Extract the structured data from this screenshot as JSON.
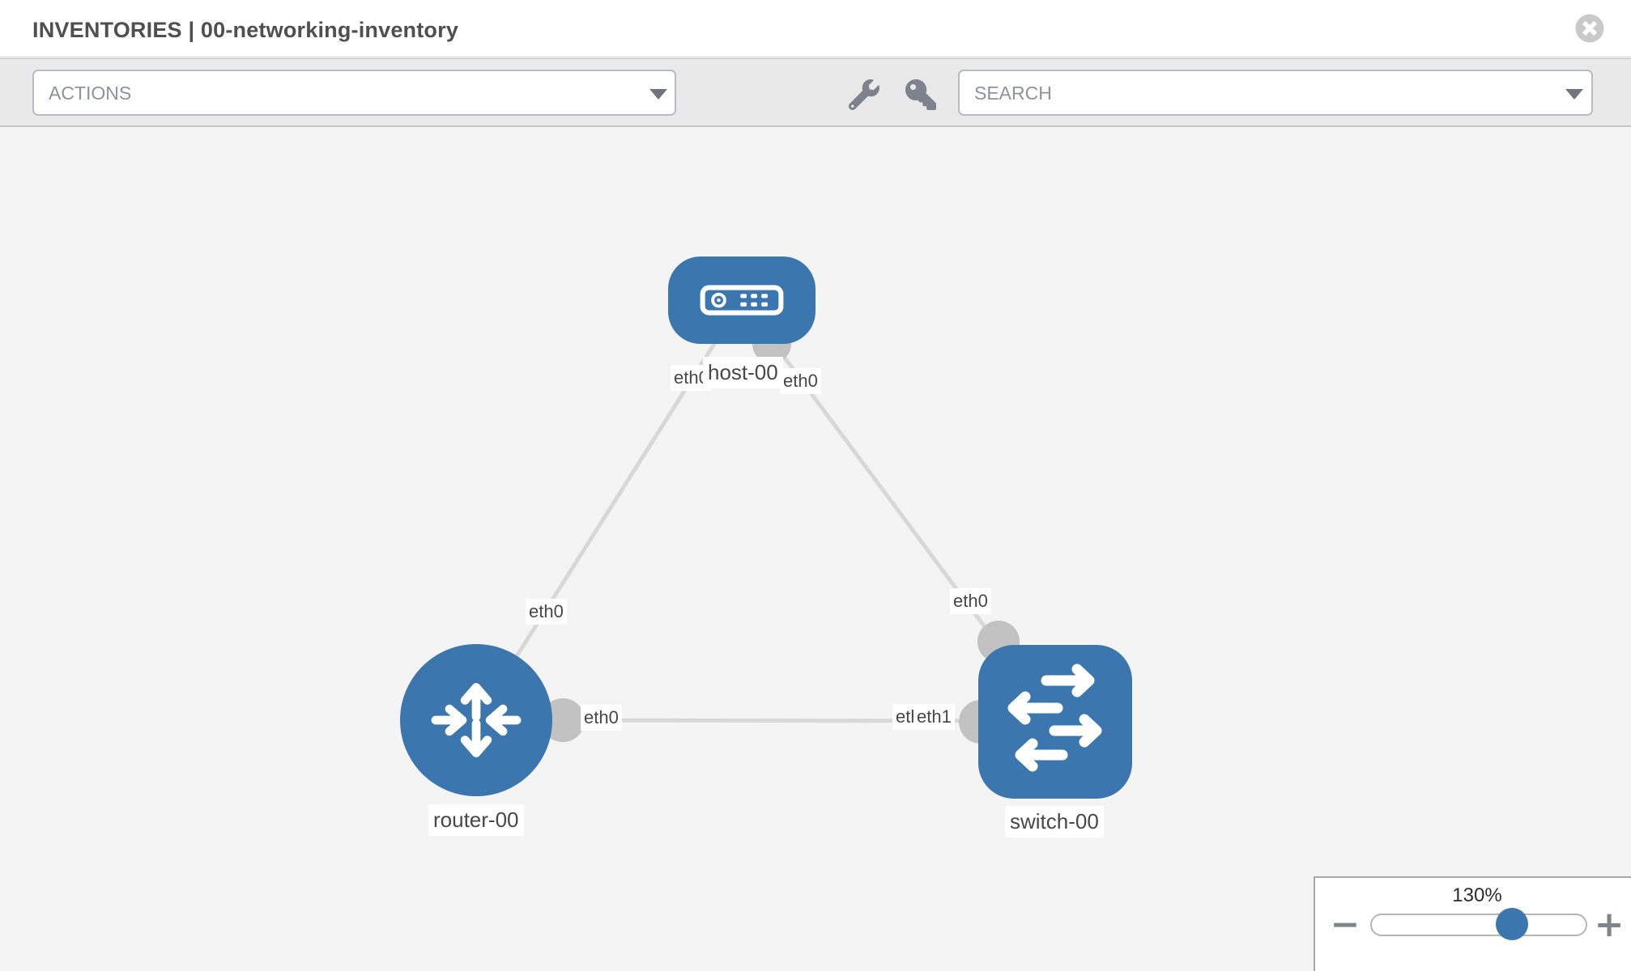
{
  "header": {
    "title": "INVENTORIES | 00-networking-inventory"
  },
  "toolbar": {
    "actions": {
      "placeholder": "ACTIONS"
    },
    "search": {
      "placeholder": "SEARCH"
    },
    "icons": [
      "wrench-icon",
      "key-icon"
    ]
  },
  "topology": {
    "nodes": [
      {
        "name": "host-00",
        "type": "host",
        "shape": "rounded-rect"
      },
      {
        "name": "router-00",
        "type": "router",
        "shape": "circle"
      },
      {
        "name": "switch-00",
        "type": "switch",
        "shape": "rounded-square"
      }
    ],
    "links": [
      {
        "from": "host-00",
        "from_if": "eth0",
        "to": "router-00",
        "to_if": "eth0"
      },
      {
        "from": "host-00",
        "from_if": "eth0",
        "to": "switch-00",
        "to_if": "eth0"
      },
      {
        "from": "router-00",
        "from_if": "eth0",
        "to": "switch-00",
        "to_if": "eth1",
        "to_if_overlapped": "eth0"
      }
    ]
  },
  "zoom_control": {
    "value": "130%",
    "minus": "−",
    "plus": "+"
  },
  "colors": {
    "node_blue": "#3c76ae",
    "link_gray": "#d8d8d8",
    "connector_gray": "#c2c2c2",
    "canvas_bg": "#f4f4f4",
    "toolbar_bg": "#e9e9e9",
    "icon_gray": "#7d828c",
    "close_gray": "#c9c9c9"
  }
}
